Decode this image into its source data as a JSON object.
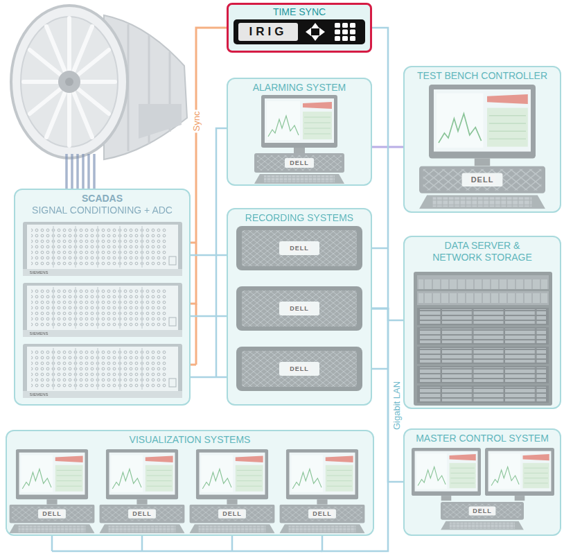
{
  "diagram": {
    "nodes": [
      {
        "text": [
          "TIME SYNC"
        ]
      },
      {
        "text": [
          "ALARMING SYSTEM"
        ]
      },
      {
        "text": [
          "TEST BENCH CONTROLLER"
        ]
      },
      {
        "text": [
          "SCADAS",
          "SIGNAL CONDITIONING + ADC"
        ]
      },
      {
        "text": [
          "RECORDING SYSTEMS"
        ]
      },
      {
        "text": [
          "DATA SERVER & NETWORK STORAGE"
        ]
      },
      {
        "text": [
          "VISUALIZATION SYSTEMS"
        ]
      },
      {
        "text": [
          "MASTER CONTROL SYSTEM"
        ]
      }
    ],
    "edges": [
      {
        "from": 0,
        "to": 3,
        "arrow": "none",
        "label": "Sync"
      },
      {
        "from": 3,
        "to": 1,
        "arrow": "none"
      },
      {
        "from": 3,
        "to": 4,
        "arrow": "none"
      },
      {
        "from": 1,
        "to": 2,
        "arrow": "none"
      },
      {
        "from": 4,
        "to": 0,
        "arrow": "none"
      },
      {
        "from": 4,
        "to": 5,
        "arrow": "none"
      },
      {
        "from": 4,
        "to": 7,
        "arrow": "none"
      },
      {
        "from": 4,
        "to": 6,
        "arrow": "none"
      }
    ],
    "labels": [
      "IRIG",
      "DELL",
      "DELL",
      "DELL",
      "SIEMENS",
      "DELL",
      "SIEMENS",
      "DELL",
      "SIEMENS",
      "Gigabit LAN",
      "DELL",
      "DELL",
      "DELL",
      "DELL",
      "DELL"
    ]
  }
}
